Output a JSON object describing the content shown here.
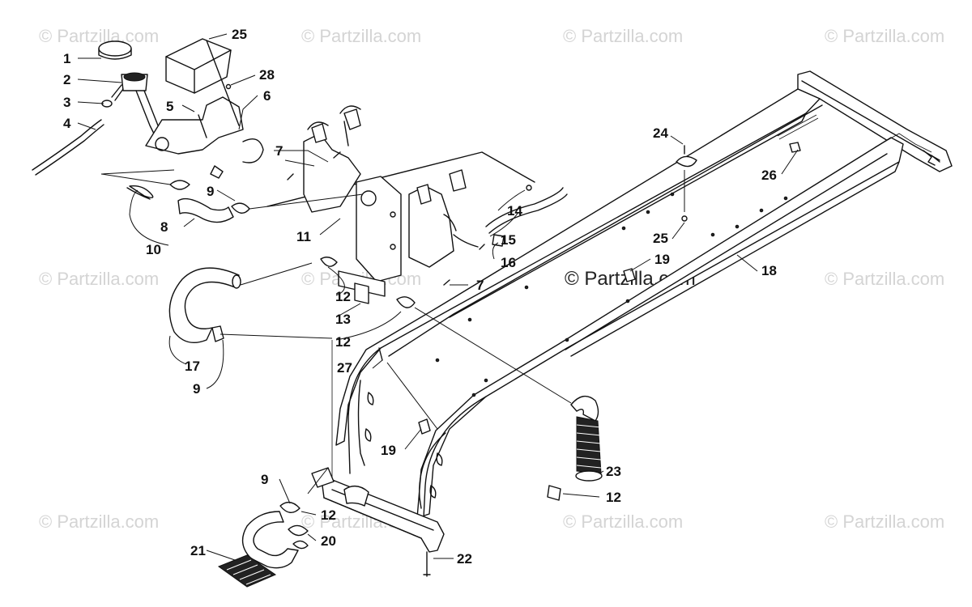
{
  "watermark": {
    "text": "© Partzilla.com",
    "center_text": "© Partzilla.com"
  },
  "callouts": [
    "1",
    "2",
    "3",
    "4",
    "5",
    "6",
    "7",
    "7",
    "8",
    "9",
    "9",
    "9",
    "10",
    "11",
    "12",
    "12",
    "12",
    "12",
    "13",
    "14",
    "15",
    "16",
    "17",
    "18",
    "19",
    "19",
    "20",
    "21",
    "22",
    "23",
    "24",
    "25",
    "25",
    "26",
    "27",
    "28"
  ],
  "colors": {
    "line": "#111111",
    "watermark": "#d4d4d4",
    "background": "#ffffff"
  }
}
